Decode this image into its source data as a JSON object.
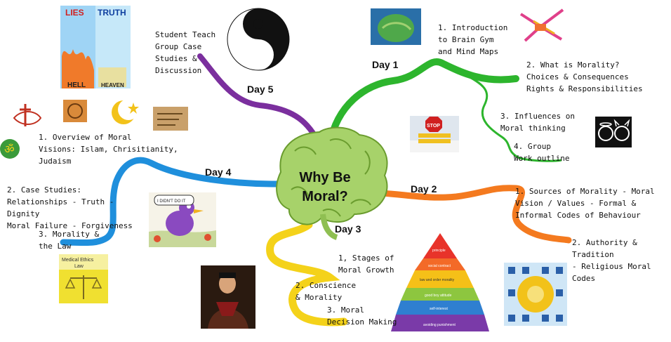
{
  "center": {
    "title_line1": "Why Be",
    "title_line2": "Moral?"
  },
  "days": {
    "day1": "Day 1",
    "day2": "Day 2",
    "day3": "Day 3",
    "day4": "Day 4",
    "day5": "Day 5"
  },
  "topics": {
    "d1_intro": "1. Introduction\nto Brain Gym\nand Mind Maps",
    "d1_morality": "2. What is Morality?\nChoices & Consequences\nRights & Responsibilities",
    "d1_influences": "3. Influences on\nMoral thinking",
    "d1_group": "4. Group\nWork outline",
    "d2_sources": "1. Sources of Morality - Moral\nVision / Values -  Formal &\nInformal Codes of Behaviour",
    "d2_authority": "2. Authority & Tradition\n- Religious Moral Codes",
    "d3_stages": "1, Stages of\nMoral Growth",
    "d3_conscience": "2. Conscience\n& Morality",
    "d3_decision": "3. Moral\nDecision Making",
    "d4_overview": "1. Overview of Moral\nVisions: Islam, Chrisitianity,\nJudaism",
    "d4_case": "2. Case Studies:\nRelationships -  Truth -\nDignity\nMoral Failure - Forgiveness",
    "d4_law": "3. Morality &\nthe Law",
    "d5_student": "Student Teach\nGroup Case\nStudies &\nDiscussion"
  },
  "images": {
    "lies_truth": {
      "lies": "LIES",
      "truth": "TRUTH",
      "hell": "HELL",
      "heaven": "HEAVEN"
    },
    "stop_sign": "STOP",
    "bird_speech": "I DIDN'T DO IT",
    "law_book": {
      "title1": "Medical Ethics",
      "title2": "Law"
    },
    "pyramid": [
      "principle",
      "social contract",
      "law and order morality",
      "good boy attitude",
      "self-interest",
      "avoiding punishment"
    ]
  },
  "colors": {
    "day1": "#2db52d",
    "day2": "#f47a1f",
    "day3": "#f4d21a",
    "day4": "#1f8fdc",
    "day5": "#7b2f9e",
    "brain": "#a7d26a"
  }
}
